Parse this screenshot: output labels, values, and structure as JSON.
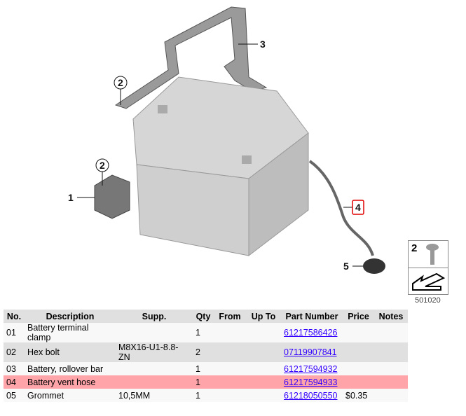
{
  "diagram": {
    "callouts": [
      "1",
      "2",
      "2",
      "3",
      "4",
      "5"
    ],
    "highlight_color": "#e00000",
    "legend": {
      "number": "2",
      "code": "501020"
    }
  },
  "table": {
    "headers": [
      "No.",
      "Description",
      "Supp.",
      "Qty",
      "From",
      "Up To",
      "Part Number",
      "Price",
      "Notes"
    ],
    "rows": [
      {
        "no": "01",
        "desc": "Battery terminal clamp",
        "supp": "",
        "qty": "1",
        "from": "",
        "upto": "",
        "part": "61217586426",
        "price": "",
        "notes": ""
      },
      {
        "no": "02",
        "desc": "Hex bolt",
        "supp": "M8X16-U1-8.8-ZN",
        "qty": "2",
        "from": "",
        "upto": "",
        "part": "07119907841",
        "price": "",
        "notes": ""
      },
      {
        "no": "03",
        "desc": "Battery, rollover bar",
        "supp": "",
        "qty": "1",
        "from": "",
        "upto": "",
        "part": "61217594932",
        "price": "",
        "notes": ""
      },
      {
        "no": "04",
        "desc": "Battery vent hose",
        "supp": "",
        "qty": "1",
        "from": "",
        "upto": "",
        "part": "61217594933",
        "price": "",
        "notes": ""
      },
      {
        "no": "05",
        "desc": "Grommet",
        "supp": "10,5MM",
        "qty": "1",
        "from": "",
        "upto": "",
        "part": "61218050550",
        "price": "$0.35",
        "notes": ""
      }
    ]
  }
}
